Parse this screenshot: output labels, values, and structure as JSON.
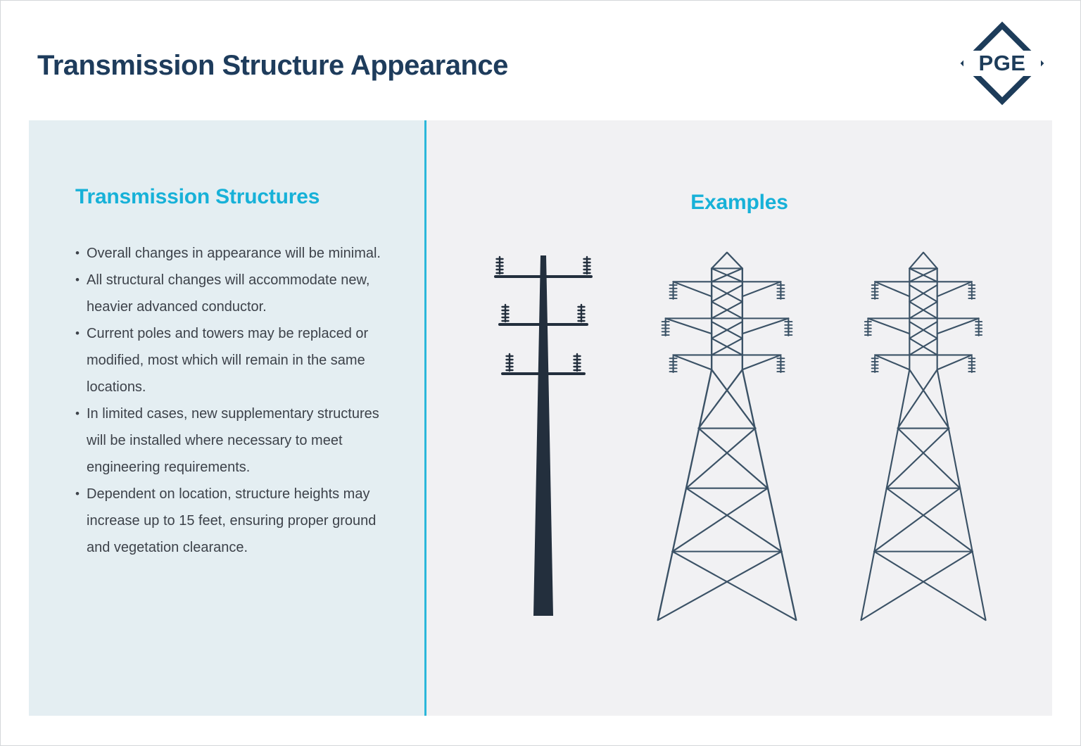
{
  "page": {
    "title": "Transmission Structure Appearance",
    "logo": {
      "text": "PGE"
    }
  },
  "left_panel": {
    "heading": "Transmission Structures",
    "bullets": [
      "Overall changes in appearance will be minimal.",
      "All structural changes will accommodate new, heavier advanced conductor.",
      "Current poles and towers may be replaced or modified, most which will remain in the same locations.",
      "In limited cases, new supplementary structures will be installed where necessary to meet engineering requirements.",
      "Dependent on location, structure heights may increase up to 15 feet, ensuring proper ground and vegetation clearance."
    ]
  },
  "right_panel": {
    "heading": "Examples",
    "illustrations": [
      {
        "name": "steel-monopole"
      },
      {
        "name": "lattice-tower"
      },
      {
        "name": "lattice-tower-narrow"
      }
    ]
  },
  "colors": {
    "accent_cyan": "#17b1d8",
    "divider_cyan": "#2bb7da",
    "heading_navy": "#1e3c5c",
    "body_text": "#3d424a",
    "left_panel_bg": "#e4eef2",
    "right_panel_bg": "#f1f1f3",
    "structure_dark": "#232f3d",
    "structure_line": "#3b5266"
  }
}
